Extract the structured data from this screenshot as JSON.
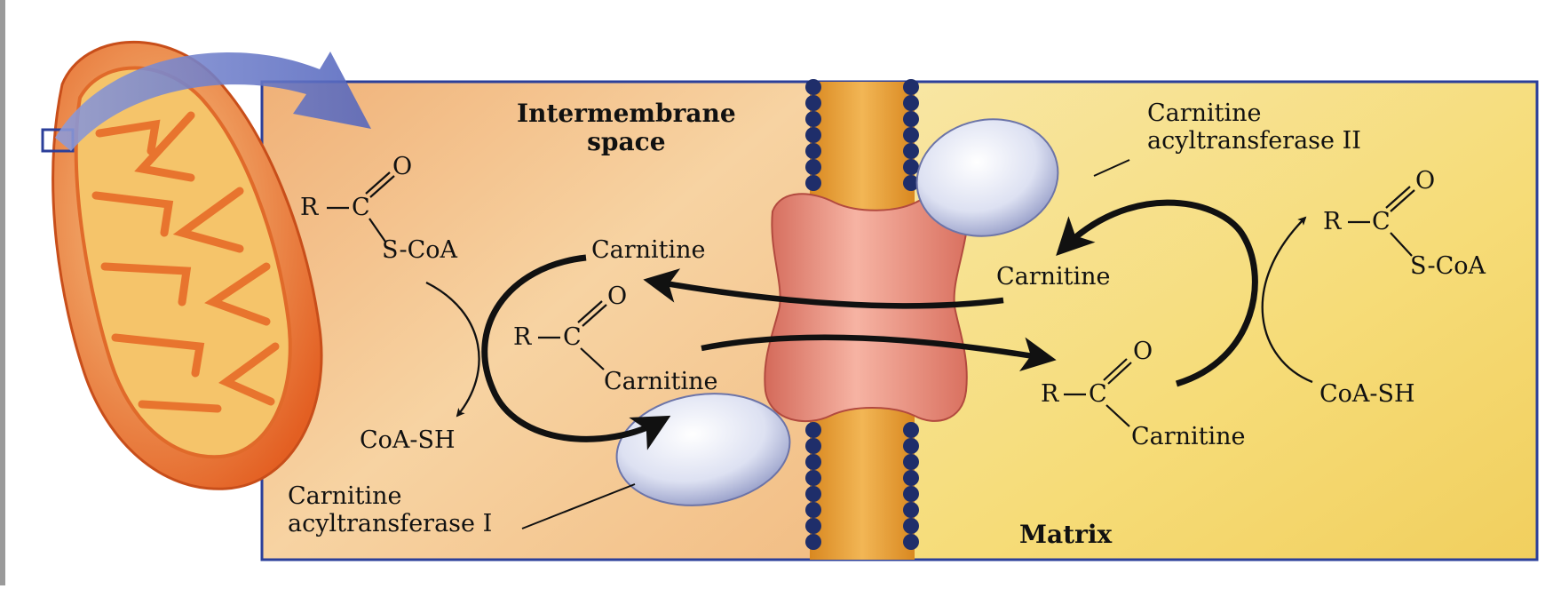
{
  "regions": {
    "intermembrane": "Intermembrane\nspace",
    "matrix": "Matrix"
  },
  "enzymes": {
    "cat1": "Carnitine\nacyltransferase I",
    "cat2": "Carnitine\nacyltransferase II"
  },
  "chem": {
    "R": "R",
    "C": "C",
    "O": "O",
    "SCoA": "S-CoA",
    "Carnitine": "Carnitine",
    "CoASH": "CoA-SH"
  },
  "colors": {
    "left_bg": "#f4c08c",
    "right_bg": "#f6df7c",
    "border": "#2b3f9a",
    "arrow": "#111111",
    "transporter": "#e98a7a",
    "enzyme": "#dfe3f2",
    "membrane": "#e0962a",
    "lipid_head": "#1f2e6a",
    "mito_outer": "#e2682a",
    "mito_inner": "#f3c065",
    "big_arrow": "#6878c8"
  }
}
